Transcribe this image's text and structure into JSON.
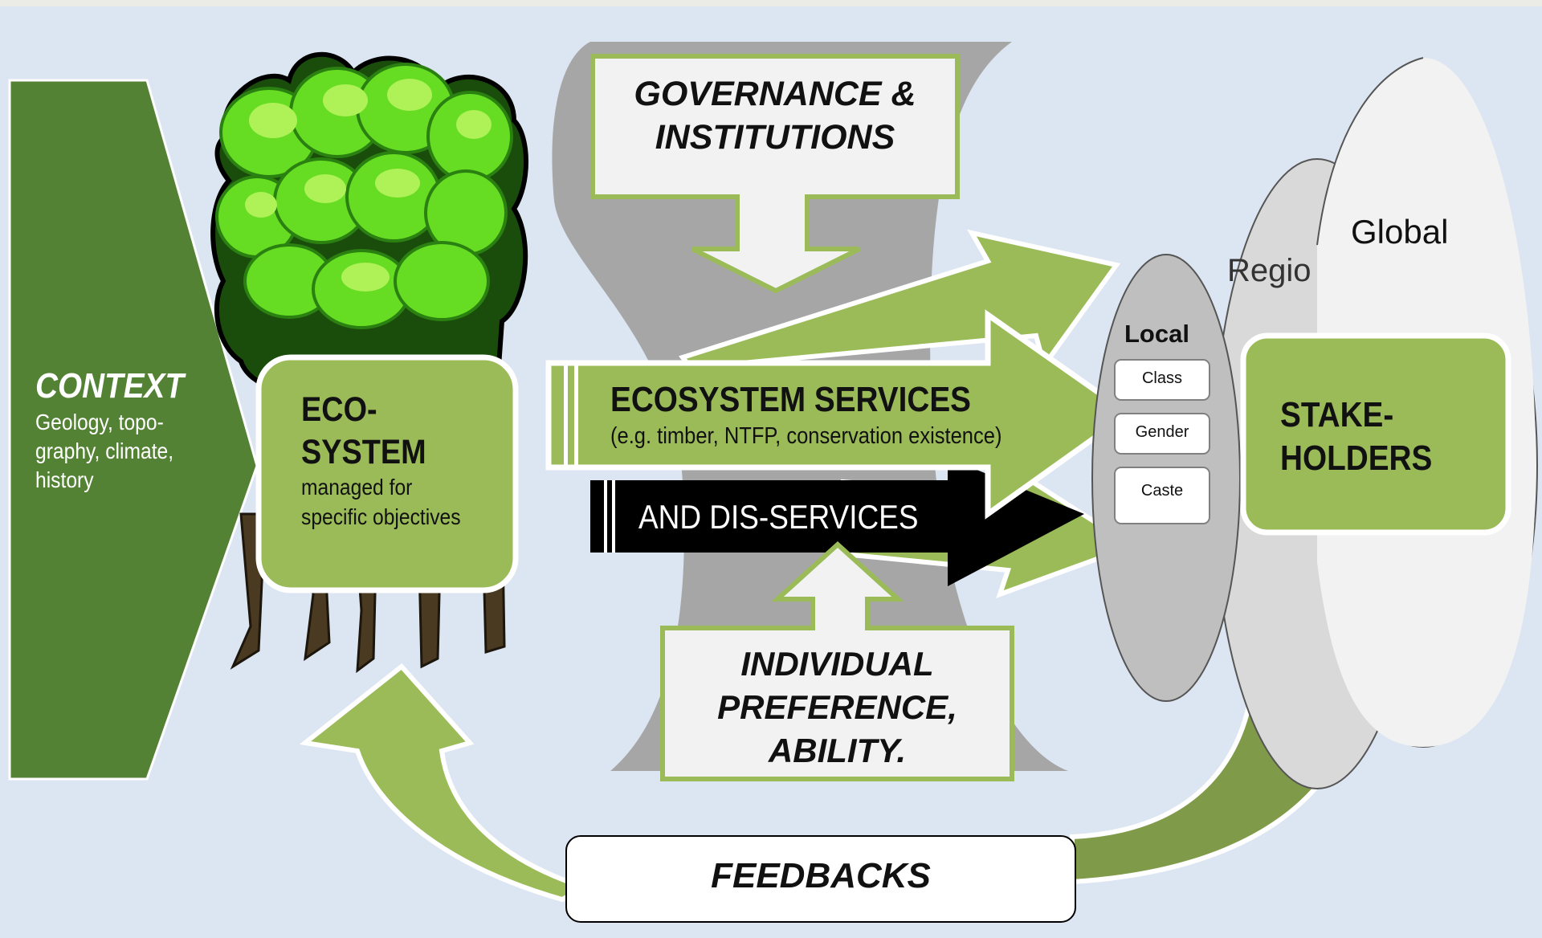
{
  "context": {
    "title": "CONTEXT",
    "text": "Geology, topo-\ngraphy, climate,\nhistory"
  },
  "ecosystem": {
    "title": "ECO-\nSYSTEM",
    "subtitle": "managed for\nspecific objectives"
  },
  "governance": {
    "text": "GOVERNANCE &\nINSTITUTIONS"
  },
  "services": {
    "title": "ECOSYSTEM SERVICES",
    "subtitle": "(e.g. timber, NTFP, conservation existence)"
  },
  "disservices": {
    "text": "AND DIS-SERVICES"
  },
  "preference": {
    "text": "INDIVIDUAL\nPREFERENCE,\nABILITY."
  },
  "scales": {
    "local": "Local",
    "regional": "Regio",
    "global": "Global"
  },
  "local_tags": [
    "Class",
    "Gender",
    "Caste"
  ],
  "stakeholders": {
    "title": "STAKE-\nHOLDERS"
  },
  "feedbacks": {
    "text": "FEEDBACKS"
  },
  "colors": {
    "dark_green": "#548235",
    "light_green": "#9bbb59",
    "bright_green": "#a9d18e",
    "olive": "#7f9a48",
    "background": "#dce6f2",
    "grey_band": "#a6a6a6"
  }
}
